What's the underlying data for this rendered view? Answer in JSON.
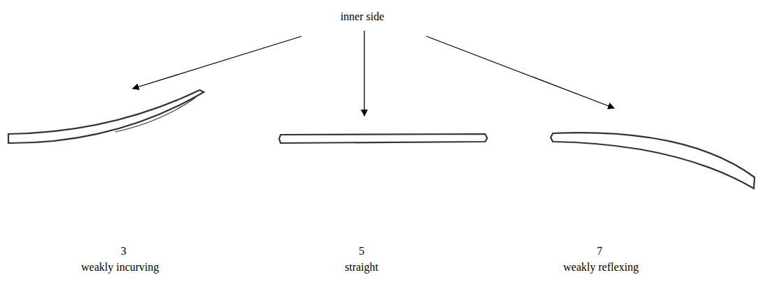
{
  "diagram": {
    "labels": [
      "inner side",
      "3",
      "weakly incurving",
      "5",
      "straight",
      "7",
      "weakly reflexing"
    ]
  }
}
